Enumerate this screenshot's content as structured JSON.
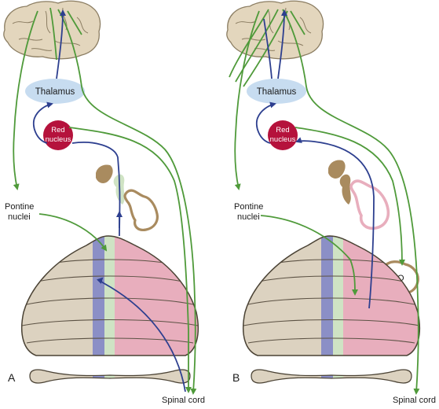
{
  "panels": [
    {
      "letter": "A",
      "labels": {
        "thalamus": "Thalamus",
        "red_nucleus_line1": "Red",
        "red_nucleus_line2": "nucleus",
        "pontine_line1": "Pontine",
        "pontine_line2": "nuclei",
        "spinal_cord": "Spinal cord"
      }
    },
    {
      "letter": "B",
      "labels": {
        "thalamus": "Thalamus",
        "red_nucleus_line1": "Red",
        "red_nucleus_line2": "nucleus",
        "pontine_line1": "Pontine",
        "pontine_line2": "nuclei",
        "io": "IO",
        "spinal_cord": "Spinal cord"
      }
    }
  ],
  "colors": {
    "green_pathway": "#4f9a3a",
    "blue_pathway": "#2d3f8f",
    "brain": "#e3d6bd",
    "cerebellum": "#dcd2c0",
    "vermis": "#8b8fc6",
    "paravermis": "#cfe3c4",
    "lateral_hemisphere": "#e8aebd",
    "thalamus": "#c7dcf0",
    "red_nucleus": "#b5123c",
    "nuclei_tan": "#a98b5f"
  }
}
